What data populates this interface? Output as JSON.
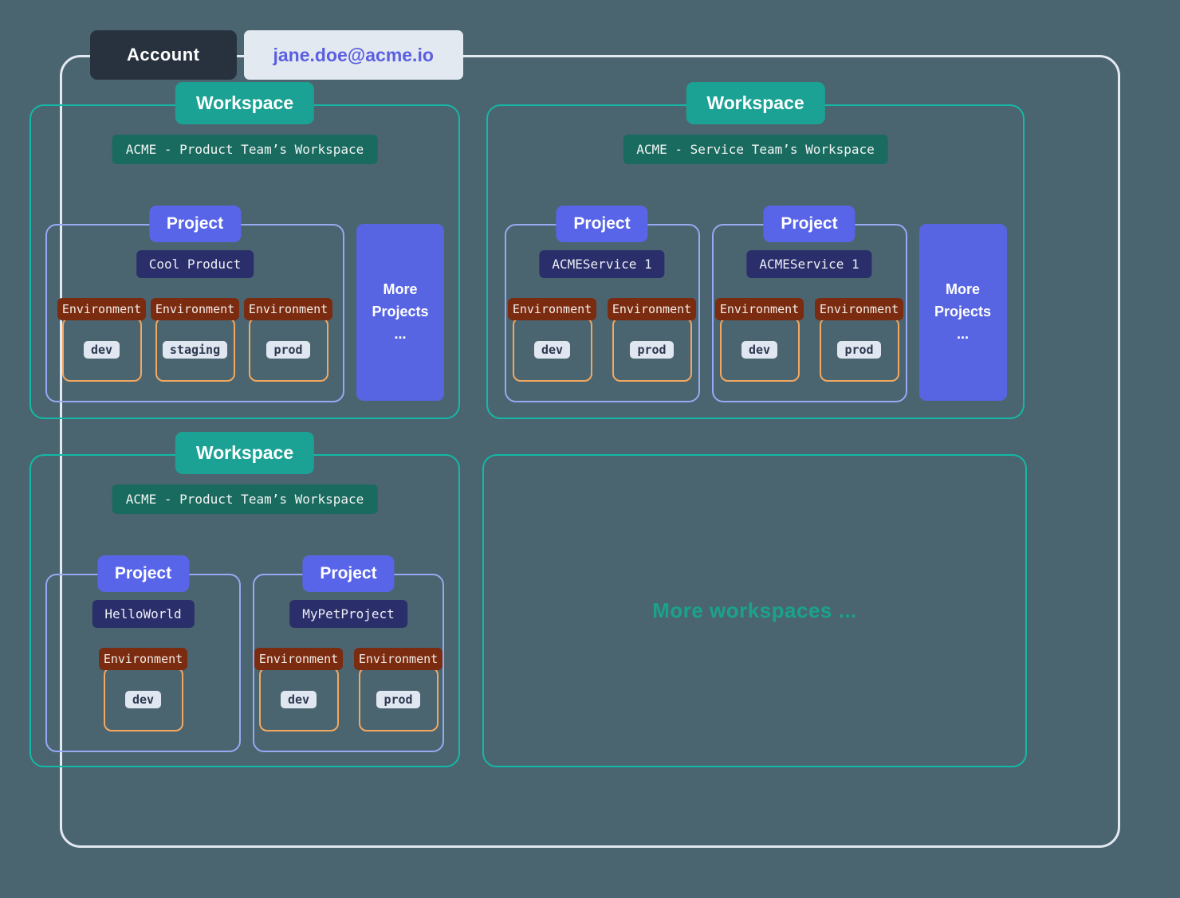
{
  "account": {
    "label": "Account",
    "email": "jane.doe@acme.io"
  },
  "workspaces": [
    {
      "header": "Workspace",
      "name": "ACME - Product Team’s Workspace",
      "projects": [
        {
          "header": "Project",
          "name": "Cool Product",
          "environments": [
            {
              "header": "Environment",
              "name": "dev"
            },
            {
              "header": "Environment",
              "name": "staging"
            },
            {
              "header": "Environment",
              "name": "prod"
            }
          ]
        }
      ],
      "more_projects": {
        "line1": "More",
        "line2": "Projects",
        "line3": "..."
      }
    },
    {
      "header": "Workspace",
      "name": "ACME - Service Team’s Workspace",
      "projects": [
        {
          "header": "Project",
          "name": "ACMEService 1",
          "environments": [
            {
              "header": "Environment",
              "name": "dev"
            },
            {
              "header": "Environment",
              "name": "prod"
            }
          ]
        },
        {
          "header": "Project",
          "name": "ACMEService 1",
          "environments": [
            {
              "header": "Environment",
              "name": "dev"
            },
            {
              "header": "Environment",
              "name": "prod"
            }
          ]
        }
      ],
      "more_projects": {
        "line1": "More",
        "line2": "Projects",
        "line3": "..."
      }
    },
    {
      "header": "Workspace",
      "name": "ACME - Product Team’s Workspace",
      "projects": [
        {
          "header": "Project",
          "name": "HelloWorld",
          "environments": [
            {
              "header": "Environment",
              "name": "dev"
            }
          ]
        },
        {
          "header": "Project",
          "name": "MyPetProject",
          "environments": [
            {
              "header": "Environment",
              "name": "dev"
            },
            {
              "header": "Environment",
              "name": "prod"
            }
          ]
        }
      ]
    }
  ],
  "more_workspaces": {
    "label": "More workspaces ..."
  },
  "colors": {
    "background": "#4B6570",
    "outer_border": "#E3E9F1",
    "account_bg": "#28323F",
    "email_bg": "#E3E9F1",
    "email_text": "#5B5FE0",
    "workspace_header": "#1BA294",
    "workspace_name_bg": "#196A5F",
    "workspace_border": "#13B9A6",
    "project_header": "#5865E8",
    "project_name_bg": "#2A2E6A",
    "project_border": "#96A9F2",
    "more_projects_bg": "#5765E2",
    "environment_header_bg": "#7B2B10",
    "environment_border": "#F2A860",
    "env_chip_bg": "#E1E7F0",
    "more_workspaces_text": "#1AA38C"
  }
}
